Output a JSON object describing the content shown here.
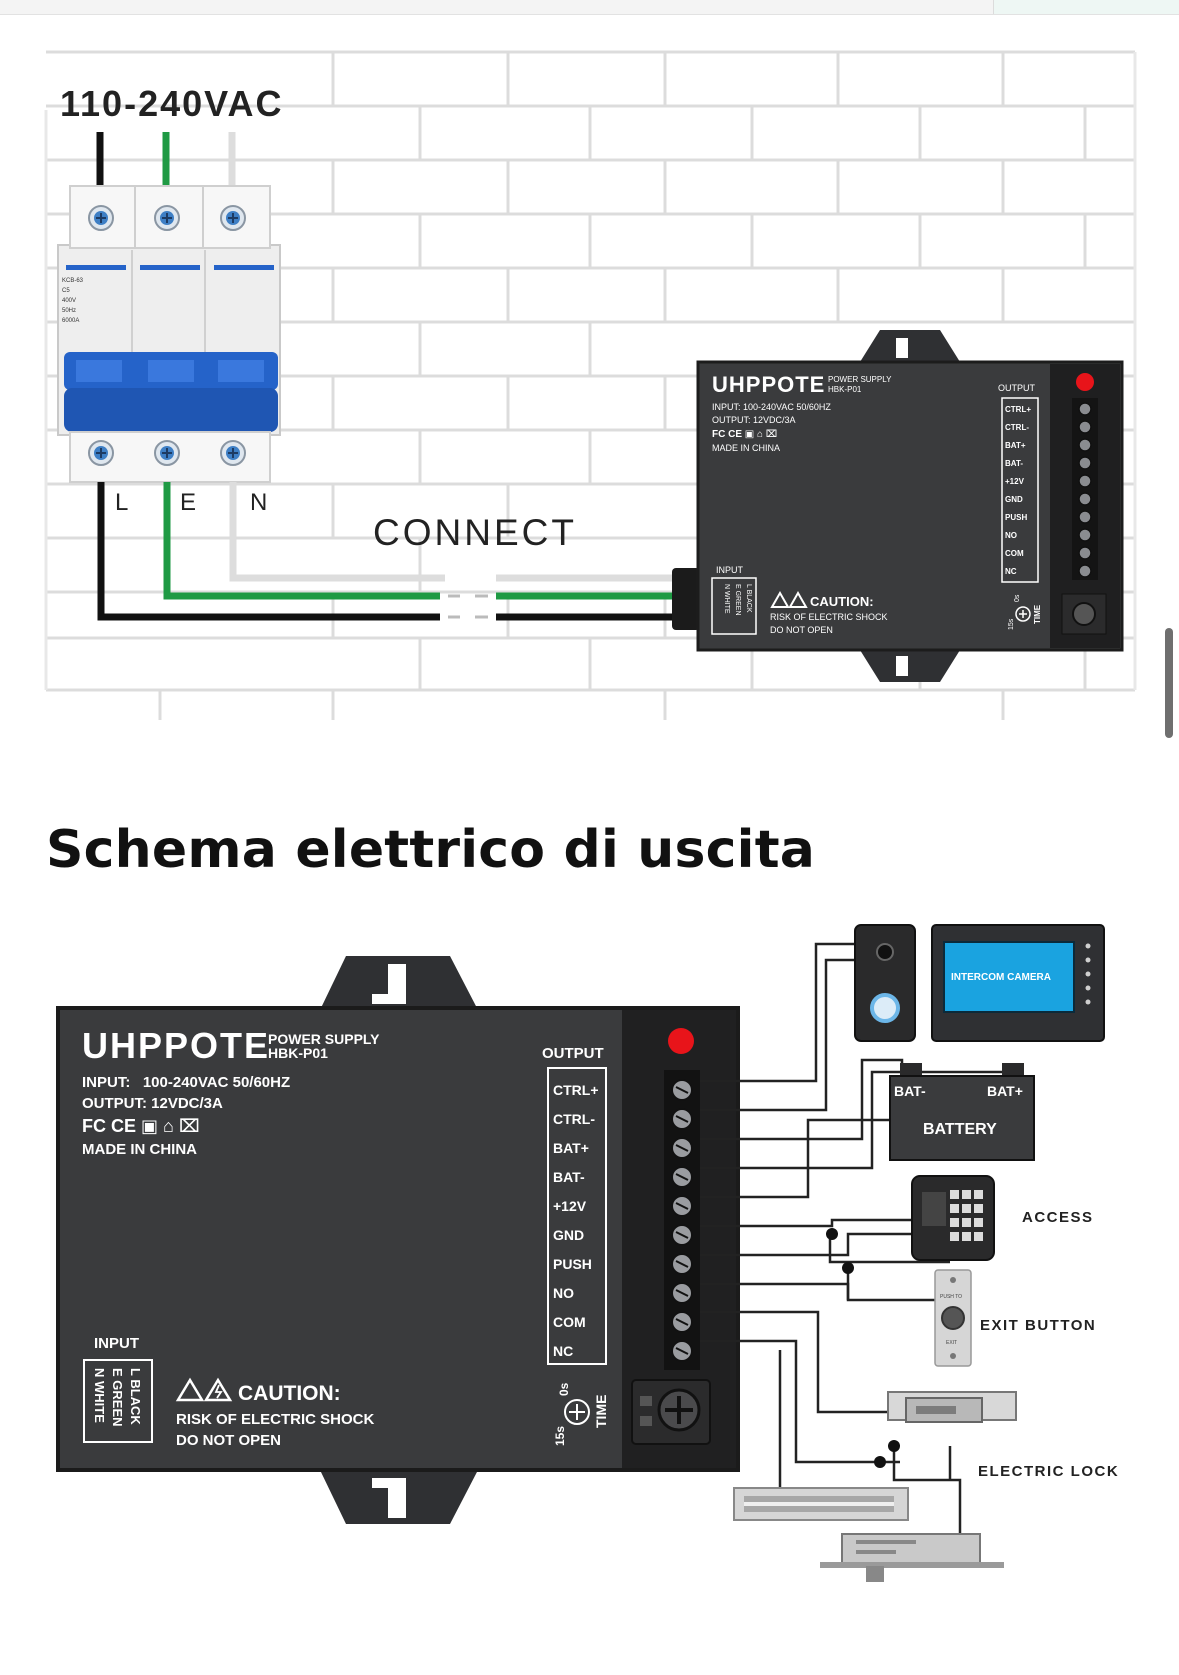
{
  "top_diagram": {
    "voltage_label": "110-240VAC",
    "wire_labels": [
      "L",
      "E",
      "N"
    ],
    "connect_label": "CONNECT",
    "breaker_text": [
      "KCB-63",
      "C5",
      "400V",
      "50Hz",
      "6000A"
    ]
  },
  "section_heading": "Schema elettrico di uscita",
  "power_supply": {
    "brand": "UHPPOTE",
    "product_line1": "POWER SUPPLY",
    "product_line2": "HBK-P01",
    "input_spec": "INPUT:   100-240VAC 50/60HZ",
    "output_spec": "OUTPUT: 12VDC/3A",
    "cert_marks": "FC CE ▣ ⌂ ⌧",
    "made_in": "MADE IN CHINA",
    "output_header": "OUTPUT",
    "terminals": [
      "CTRL+",
      "CTRL-",
      "BAT+",
      "BAT-",
      "+12V",
      "GND",
      "PUSH",
      "NO",
      "COM",
      "NC"
    ],
    "input_header": "INPUT",
    "input_wires": [
      "L BLACK",
      "E GREEN",
      "N WHITE"
    ],
    "caution_title": "CAUTION:",
    "caution_line1": "RISK OF ELECTRIC SHOCK",
    "caution_line2": "DO NOT OPEN",
    "time_label": "TIME",
    "time_min": "15s",
    "time_max": "0s"
  },
  "devices": {
    "intercom_label": "INTERCOM CAMERA",
    "battery_neg": "BAT-",
    "battery_pos": "BAT+",
    "battery_label": "BATTERY",
    "access_label": "ACCESS",
    "exit_button_label": "EXIT BUTTON",
    "exit_button_text": [
      "PUSH TO",
      "EXIT"
    ],
    "electric_lock_label": "ELECTRIC LOCK"
  },
  "colors": {
    "wire_live": "#111111",
    "wire_earth": "#1f9a44",
    "wire_neutral": "#dddddd",
    "breaker_blue": "#2563c9",
    "psu_body": "#3a3b3d",
    "led_red": "#e8141a",
    "intercom_screen": "#1aa3e0"
  }
}
